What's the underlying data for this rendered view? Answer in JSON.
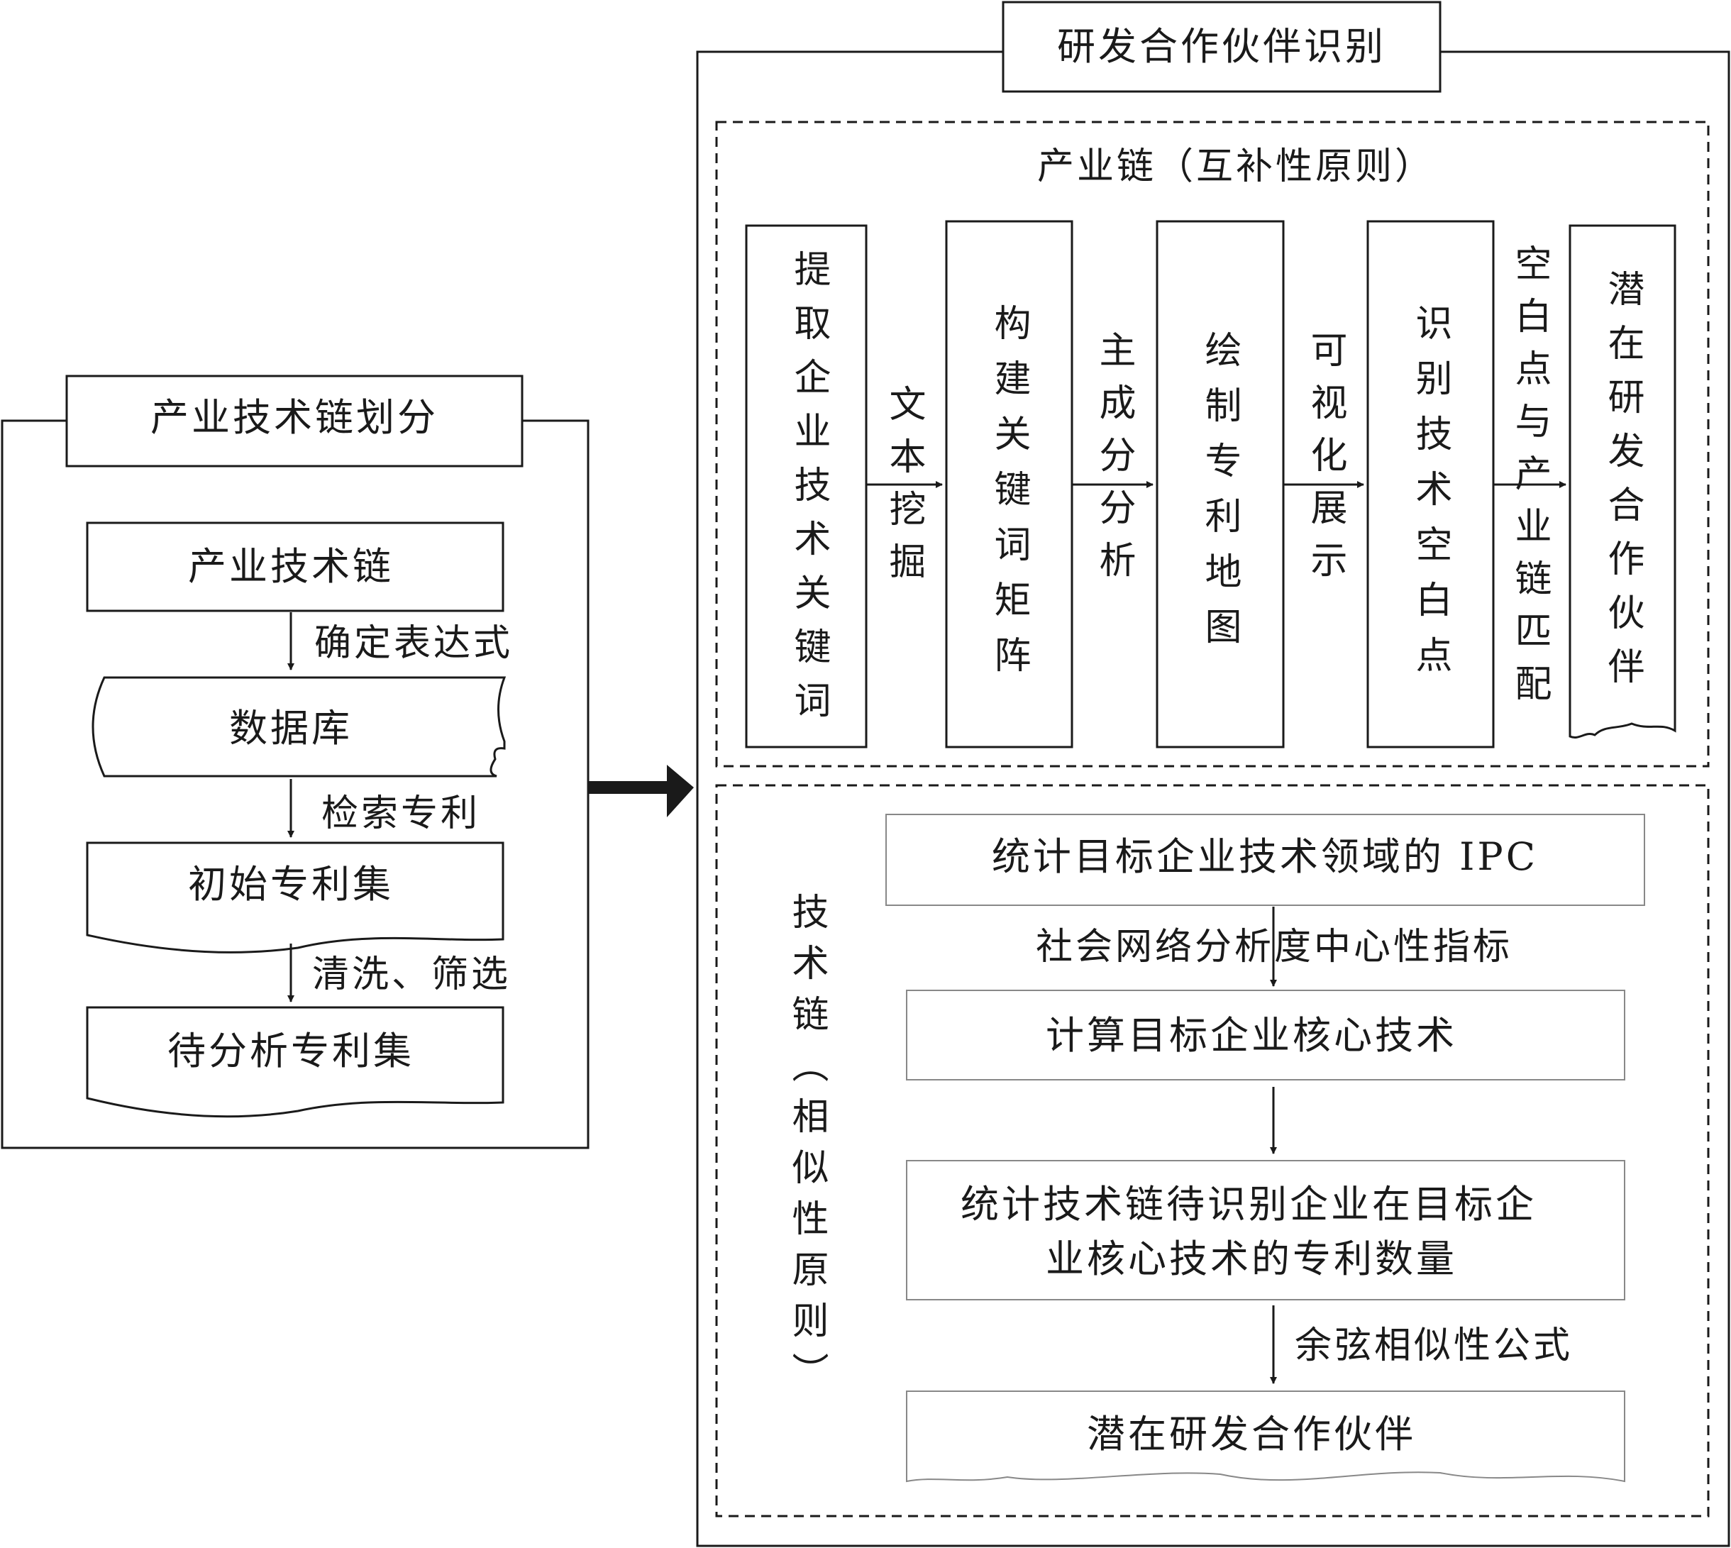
{
  "left_panel": {
    "title": "产业技术链划分",
    "steps": {
      "industry_chain": "产业技术链",
      "database": "数据库",
      "initial_set": "初始专利集",
      "to_analyze_set": "待分析专利集"
    },
    "edges": {
      "define_expression": "确定表达式",
      "search_patents": "检索专利",
      "clean_filter": "清洗、筛选"
    }
  },
  "right_panel": {
    "title": "研发合作伙伴识别",
    "industry_section": {
      "title": "产业链（互补性原则）",
      "boxes": {
        "extract_keywords": "提取企业技术关键词",
        "build_matrix": "构建关键词矩阵",
        "draw_map": "绘制专利地图",
        "identify_blanks": "识别技术空白点",
        "potential_partners": "潜在研发合作伙伴"
      },
      "edges": {
        "text_mining": "文本挖掘",
        "pca": "主成分分析",
        "visualization": "可视化展示",
        "blank_match": "空白点与产业链匹配"
      }
    },
    "tech_section": {
      "side_label": "技术链（相似性原则）",
      "boxes": {
        "ipc_stats": "统计目标企业技术领域的 IPC",
        "core_tech": "计算目标企业核心技术",
        "patent_count_line1": "统计技术链待识别企业在目标企",
        "patent_count_line2": "业核心技术的专利数量",
        "potential_partners": "潜在研发合作伙伴"
      },
      "edges": {
        "sna": "社会网络分析度中心性指标",
        "cosine": "余弦相似性公式"
      }
    }
  },
  "colors": {
    "stroke": "#1a1a1a",
    "soft_stroke": "#888888",
    "background": "#ffffff"
  }
}
